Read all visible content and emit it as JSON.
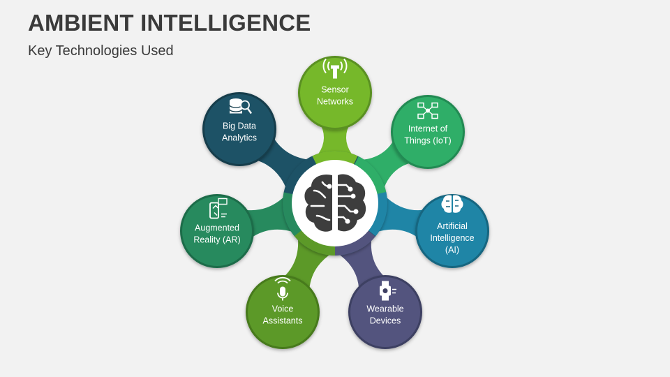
{
  "slide": {
    "title": "AMBIENT INTELLIGENCE",
    "subtitle": "Key Technologies Used"
  },
  "colors": {
    "background": "#f2f2f2",
    "hub_ring": "#1f5566",
    "hub_center": "#ffffff",
    "brain_icon": "#3d3d3d"
  },
  "hub": {
    "icon": "brain-circuit-icon"
  },
  "nodes": [
    {
      "id": "sensor-networks",
      "lines": [
        "Sensor",
        "Networks"
      ],
      "color": "#76b82a",
      "dark": "#5a9020",
      "icon": "antenna-icon"
    },
    {
      "id": "iot",
      "lines": [
        "Internet of",
        "Things (IoT)"
      ],
      "color": "#2fae68",
      "dark": "#238a52",
      "icon": "network-devices-icon"
    },
    {
      "id": "ai",
      "lines": [
        "Artificial",
        "Intelligence",
        "(AI)"
      ],
      "color": "#1f85a6",
      "dark": "#176680",
      "icon": "brain-icon"
    },
    {
      "id": "wearable-devices",
      "lines": [
        "Wearable",
        "Devices"
      ],
      "color": "#53547e",
      "dark": "#3e3f62",
      "icon": "smartwatch-icon"
    },
    {
      "id": "voice-assistants",
      "lines": [
        "Voice",
        "Assistants"
      ],
      "color": "#5c9928",
      "dark": "#467a1c",
      "icon": "microphone-icon"
    },
    {
      "id": "ar",
      "lines": [
        "Augmented",
        "Reality (AR)"
      ],
      "color": "#278a5e",
      "dark": "#1d6c49",
      "icon": "ar-phone-icon"
    },
    {
      "id": "big-data",
      "lines": [
        "Big Data",
        "Analytics"
      ],
      "color": "#1d5266",
      "dark": "#143c4b",
      "icon": "database-search-icon"
    }
  ]
}
